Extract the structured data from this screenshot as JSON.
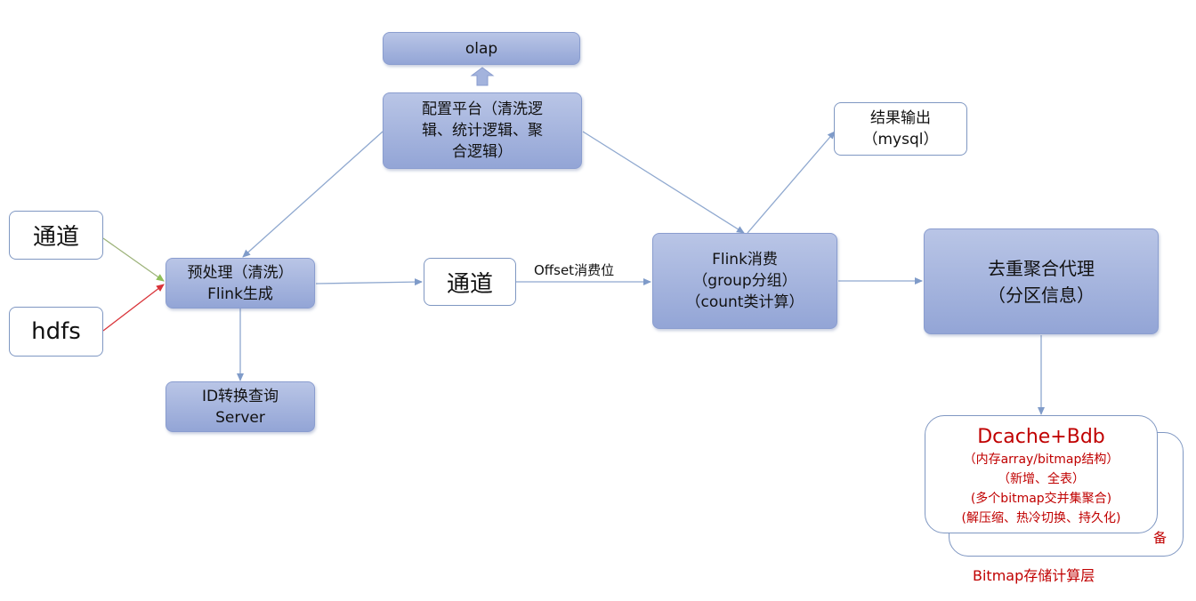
{
  "nodes": {
    "tongdao_left": "通道",
    "hdfs": "hdfs",
    "preprocess": {
      "line1": "预处理（清洗）",
      "line2": "Flink生成"
    },
    "id_server": {
      "line1": "ID转换查询",
      "line2": "Server"
    },
    "olap": "olap",
    "config": {
      "line1": "配置平台（清洗逻",
      "line2": "辑、统计逻辑、聚",
      "line3": "合逻辑）"
    },
    "tongdao_mid": "通道",
    "flink": {
      "line1": "Flink消费",
      "line2": "（group分组）",
      "line3": "（count类计算）"
    },
    "result": {
      "line1": "结果输出",
      "line2": "（mysql）"
    },
    "dedup": {
      "line1": "去重聚合代理",
      "line2": "（分区信息）"
    },
    "dcache": {
      "title": "Dcache+Bdb",
      "line1": "（内存array/bitmap结构）",
      "line2": "（新增、全表）",
      "line3": "(多个bitmap交并集聚合)",
      "line4": "(解压缩、热冷切换、持久化)"
    },
    "backup_char": "备"
  },
  "labels": {
    "offset": "Offset消费位",
    "bitmap_layer": "Bitmap存储计算层"
  },
  "colors": {
    "box_fill_top": "#b9c5e6",
    "box_fill_bottom": "#93a5d6",
    "border": "#7f97c2",
    "arrow": "#8fa8cf",
    "arrow_red": "#d9343a",
    "arrow_green": "#8fbf5a",
    "accent_red": "#c00000"
  }
}
